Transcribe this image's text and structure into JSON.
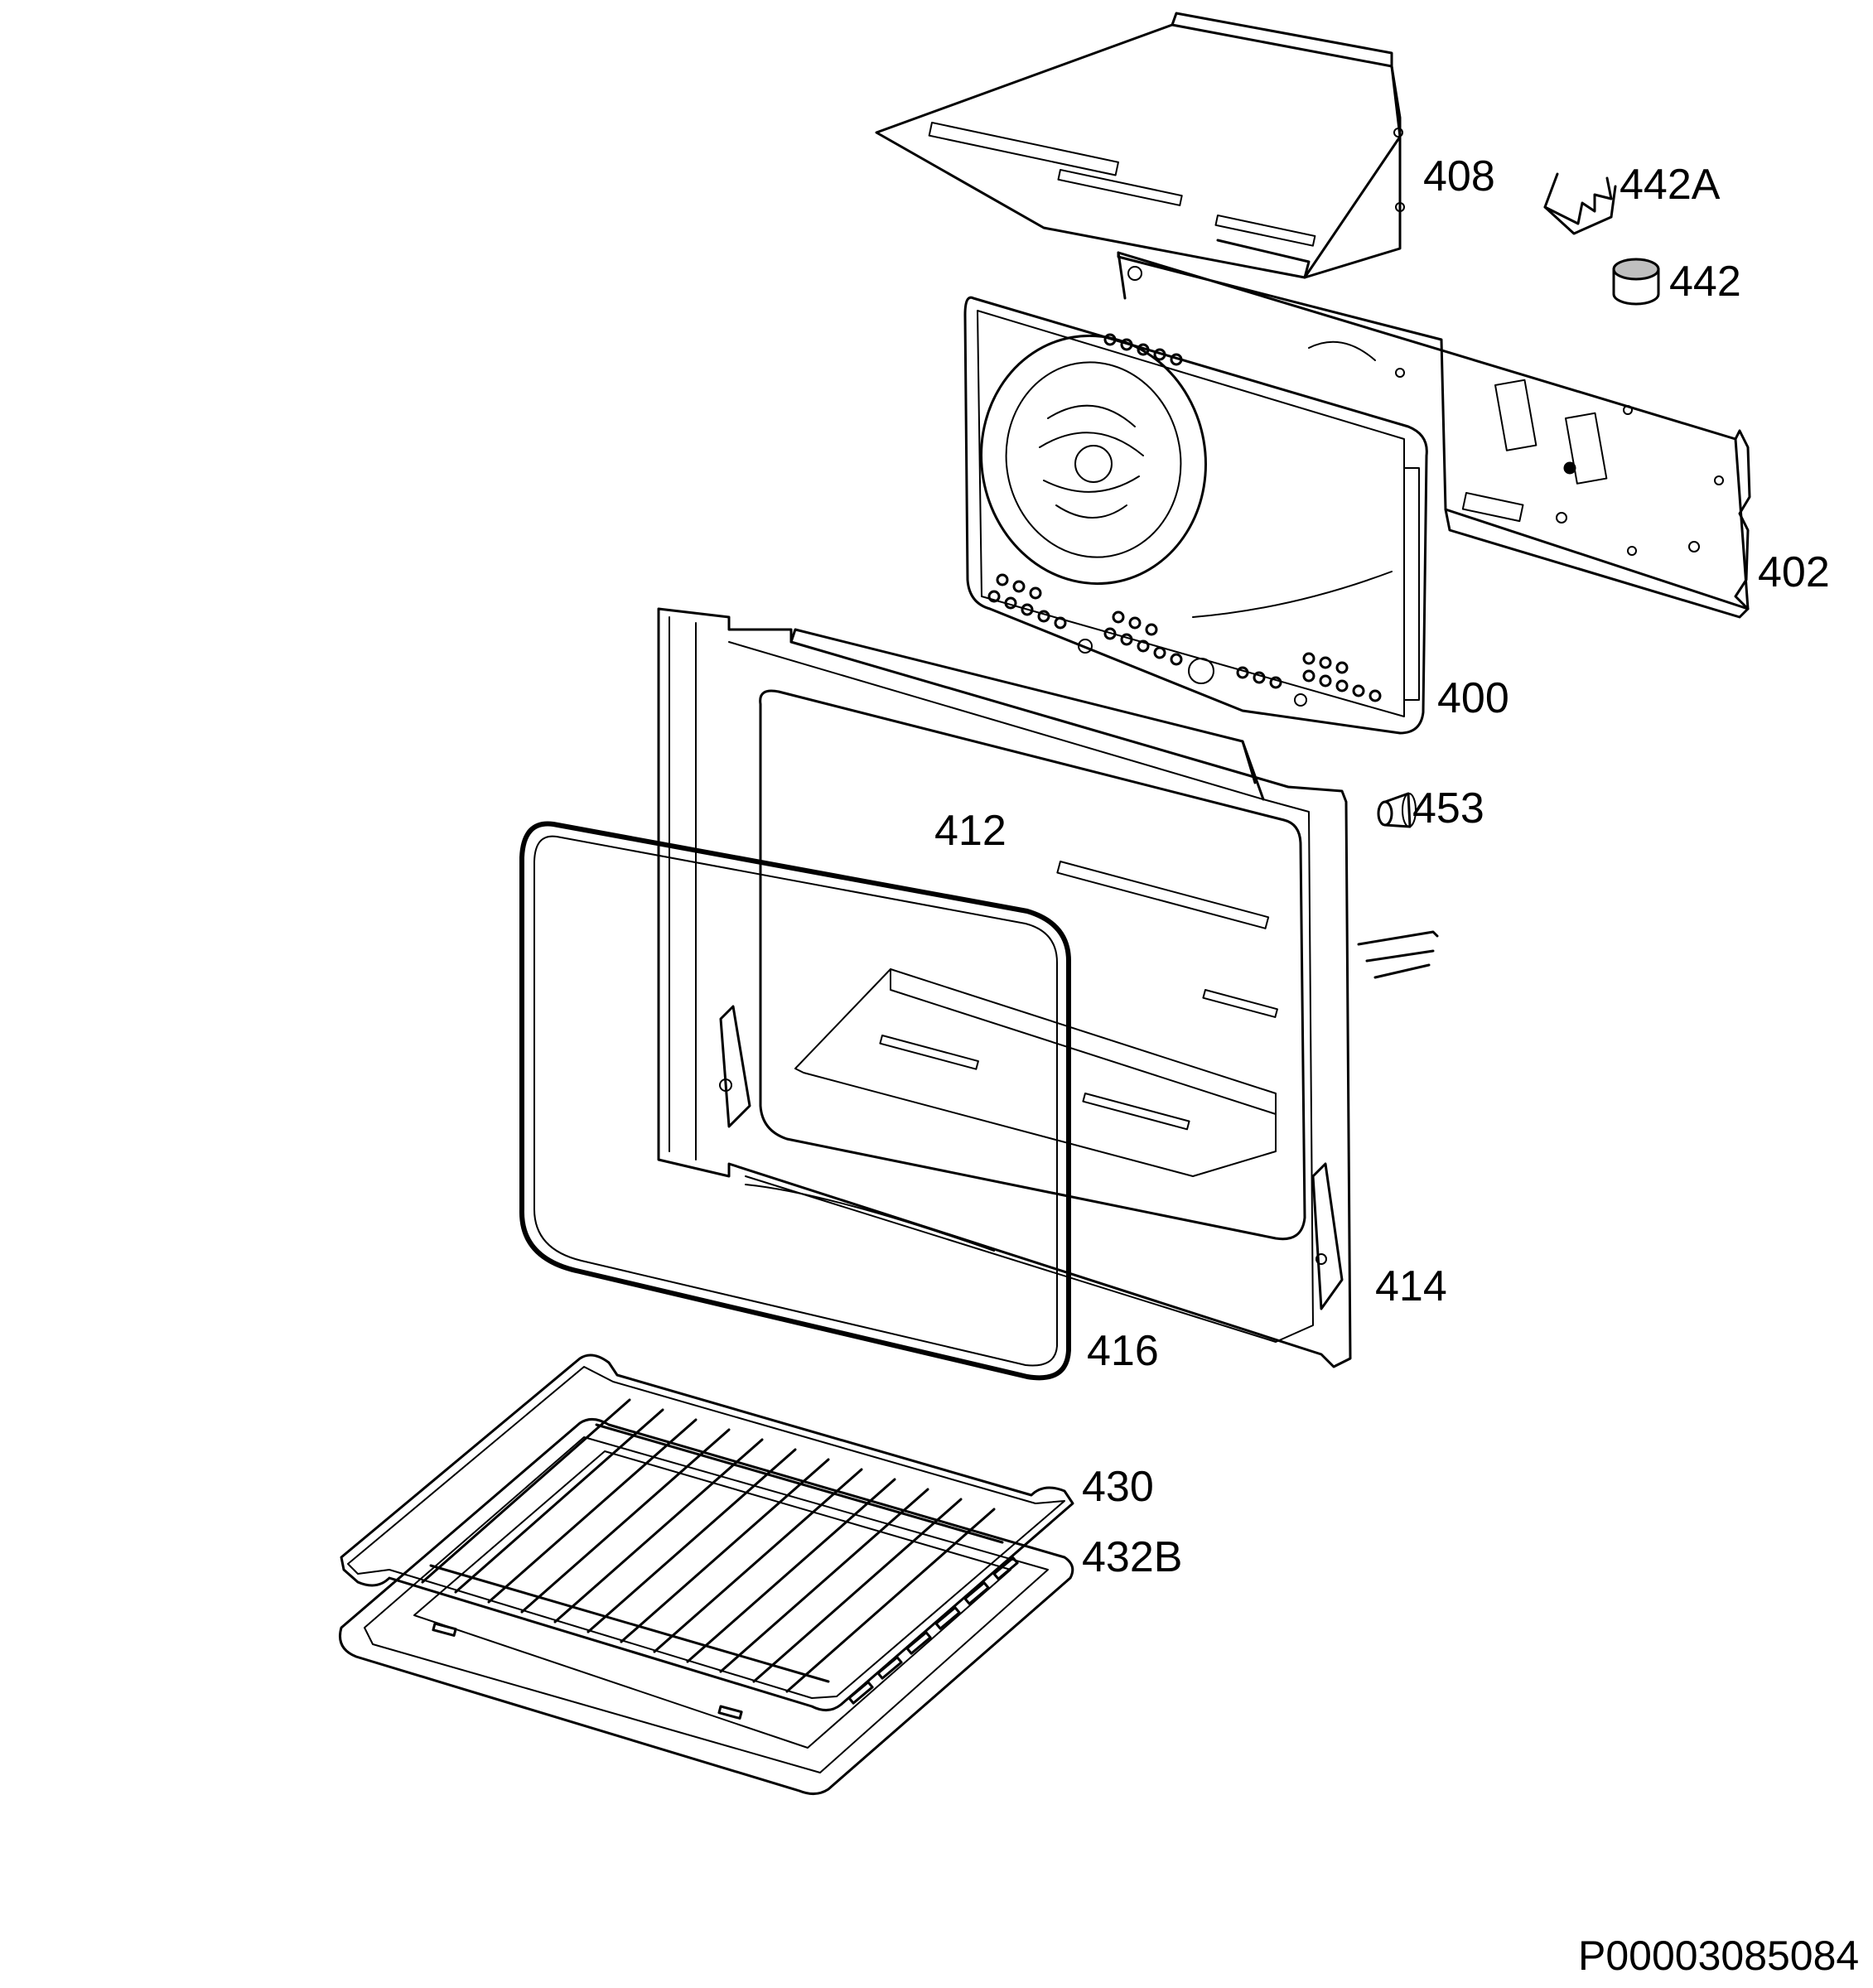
{
  "callouts": [
    {
      "id": "408",
      "text": "408"
    },
    {
      "id": "442A",
      "text": "442A"
    },
    {
      "id": "442",
      "text": "442"
    },
    {
      "id": "402",
      "text": "402"
    },
    {
      "id": "400",
      "text": "400"
    },
    {
      "id": "453",
      "text": "453"
    },
    {
      "id": "412",
      "text": "412"
    },
    {
      "id": "414",
      "text": "414"
    },
    {
      "id": "416",
      "text": "416"
    },
    {
      "id": "430",
      "text": "430"
    },
    {
      "id": "432B",
      "text": "432B"
    }
  ],
  "document_id": "P00003085084",
  "colors": {
    "line": "#000000",
    "background": "#ffffff"
  }
}
